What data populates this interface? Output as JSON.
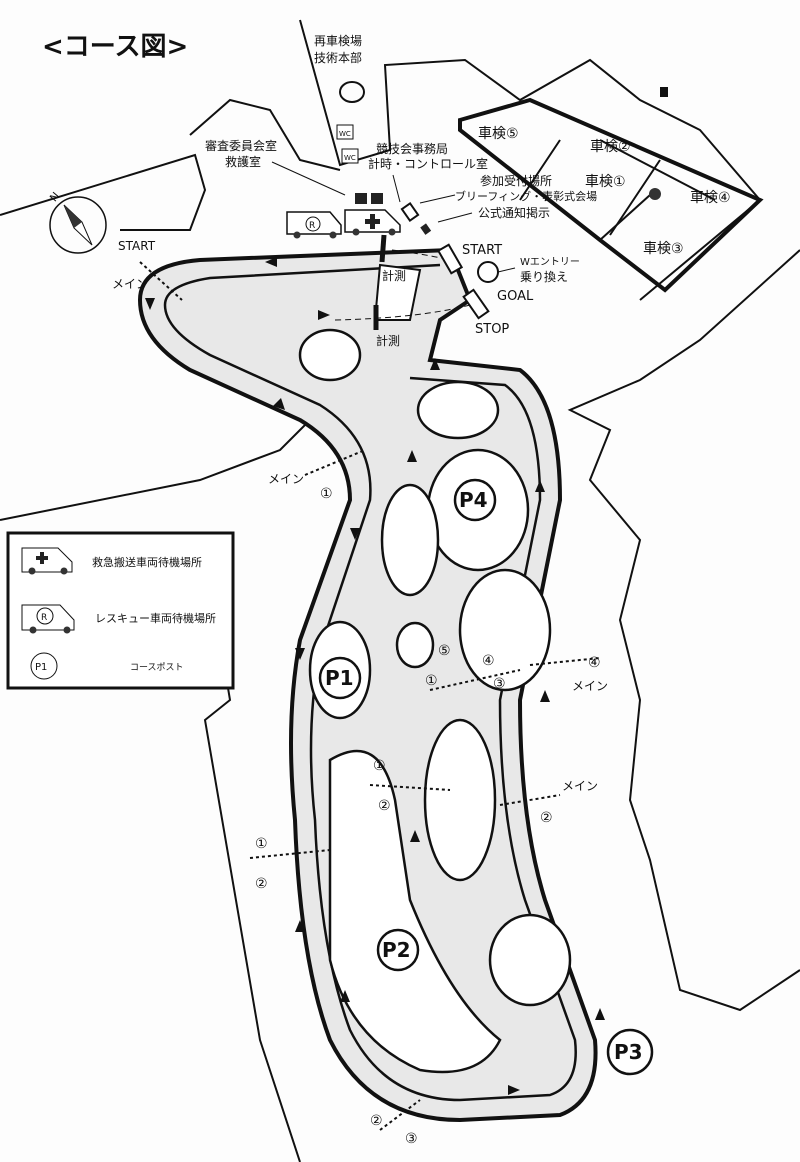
{
  "title": "<コース図>",
  "facilities": {
    "reinspection": [
      "再車検場",
      "技術本部"
    ],
    "wc": [
      "WC",
      "WC"
    ],
    "judges": [
      "審査委員会室",
      "救護室"
    ],
    "office": [
      "競技会事務局",
      "計時・コントロール室"
    ],
    "reception": [
      "参加受付場所",
      "ブリーフィング・表彰式会場",
      "公式通知掲示"
    ],
    "w_entry": [
      "Wエントリー",
      "乗り換え"
    ]
  },
  "course_markers": {
    "start_top": "START",
    "start_left": "START",
    "goal": "GOAL",
    "stop": "STOP",
    "timing": [
      "計測",
      "計測"
    ],
    "main": "メイン"
  },
  "inspection": [
    "車検①",
    "車検②",
    "車検③",
    "車検④",
    "車検⑤"
  ],
  "posts": [
    "P1",
    "P2",
    "P3",
    "P4"
  ],
  "circled": [
    "①",
    "②",
    "③",
    "④",
    "⑤"
  ],
  "rescue_mark": "R",
  "legend": {
    "items": [
      {
        "icon": "ambulance-icon",
        "label": "救急搬送車両待機場所"
      },
      {
        "icon": "rescue-vehicle-icon",
        "label": "レスキュー車両待機場所",
        "mark": "R"
      },
      {
        "icon": "course-post-icon",
        "label": "コースポスト",
        "mark": "P1"
      }
    ]
  }
}
